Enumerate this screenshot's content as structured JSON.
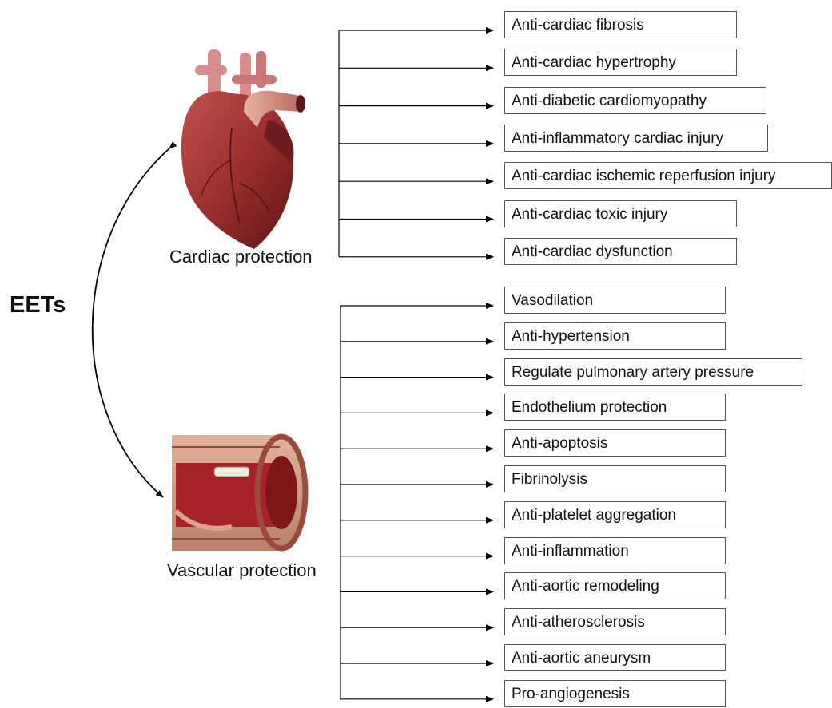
{
  "center": {
    "label": "EETs"
  },
  "cardiac": {
    "caption": "Cardiac protection",
    "effects": [
      "Anti-cardiac fibrosis",
      "Anti-cardiac hypertrophy",
      "Anti-diabetic cardiomyopathy",
      "Anti-inflammatory cardiac injury",
      "Anti-cardiac ischemic reperfusion injury",
      "Anti-cardiac toxic injury",
      "Anti-cardiac dysfunction"
    ]
  },
  "vascular": {
    "caption": "Vascular protection",
    "effects": [
      "Vasodilation",
      "Anti-hypertension",
      "Regulate pulmonary artery pressure",
      "Endothelium protection",
      "Anti-apoptosis",
      "Fibrinolysis",
      "Anti-platelet aggregation",
      "Anti-inflammation",
      "Anti-aortic remodeling",
      "Anti-atherosclerosis",
      "Anti-aortic aneurysm",
      "Pro-angiogenesis"
    ]
  },
  "colors": {
    "heart": "#8a1f22",
    "vessel": "#c98d73",
    "lumen": "#a8222a",
    "line": "#000000"
  }
}
